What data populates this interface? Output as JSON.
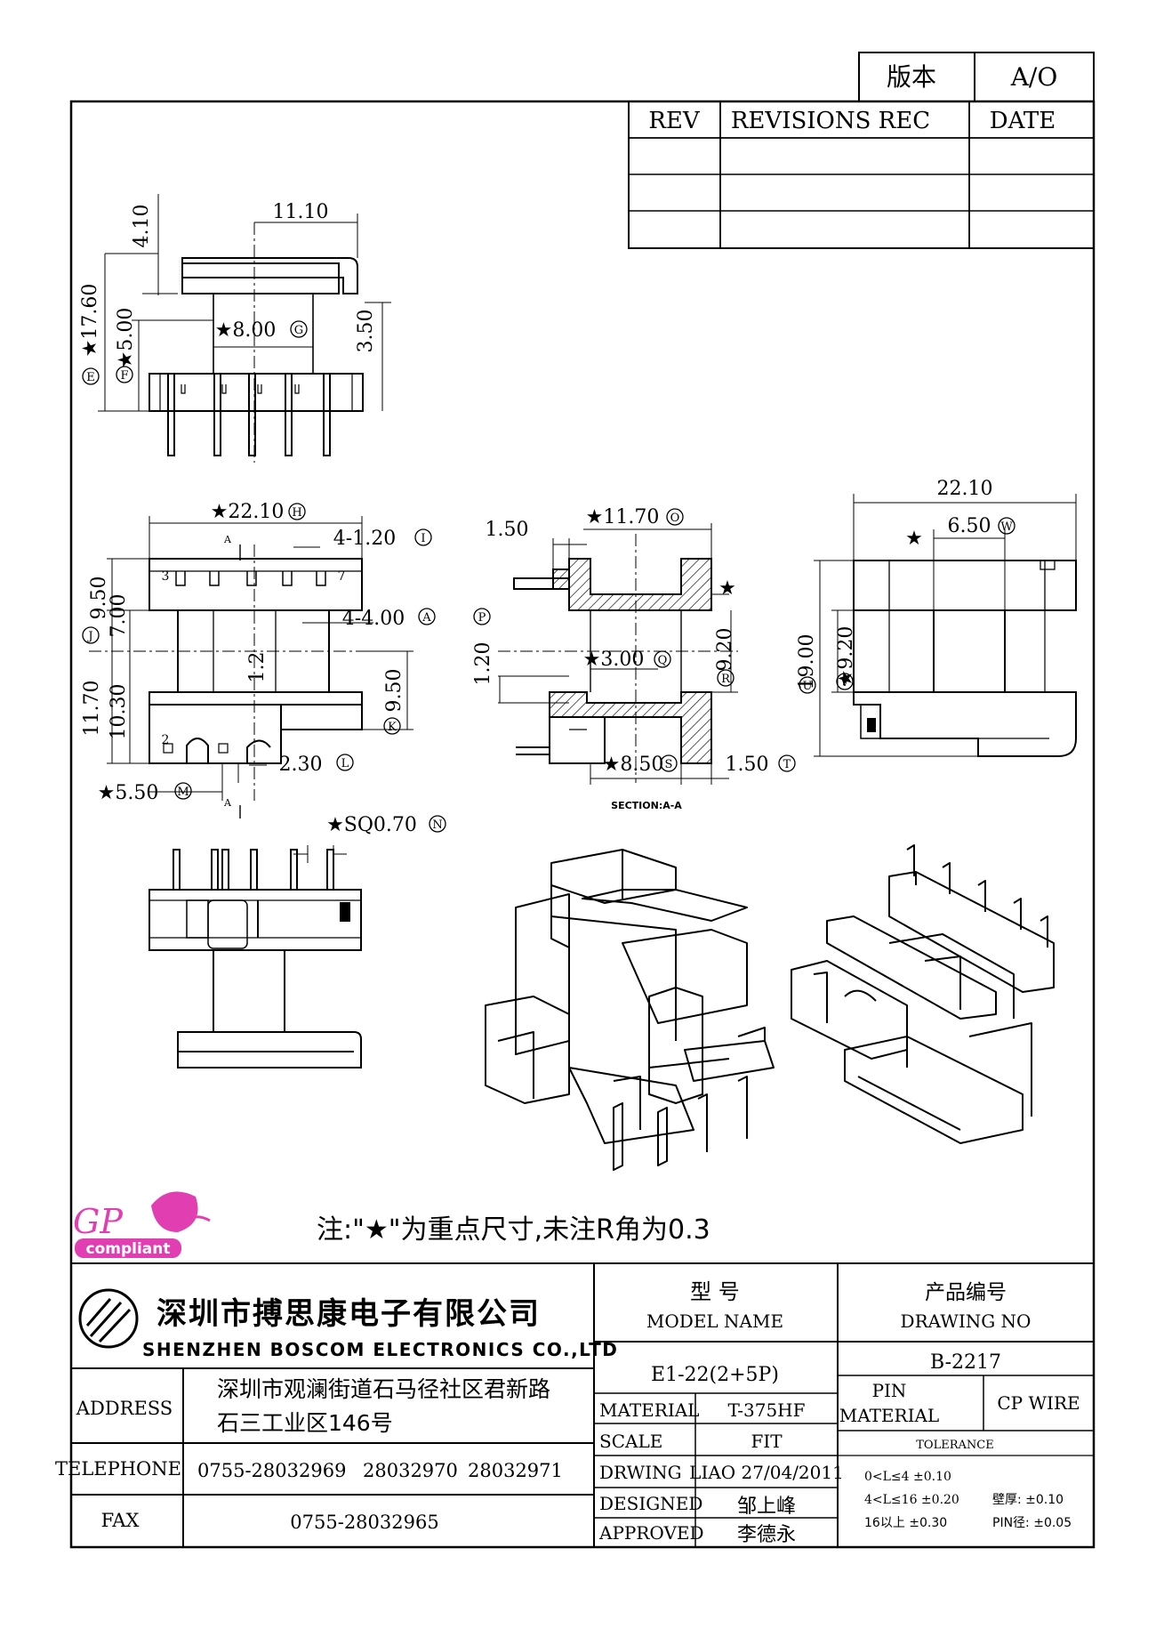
{
  "version_box": {
    "label": "版本",
    "value": "A/O"
  },
  "revisions": {
    "headers": [
      "REV",
      "REVISIONS REC",
      "DATE"
    ],
    "rows": [
      [
        "",
        "",
        ""
      ],
      [
        "",
        "",
        ""
      ],
      [
        "",
        "",
        ""
      ]
    ]
  },
  "dimensions": {
    "top_view": [
      "4.10",
      "11.10",
      "★8.00",
      "3.50",
      "★17.60",
      "★5.00"
    ],
    "front_view": [
      "★22.10",
      "4-1.20",
      "4-4.00",
      "9.50",
      "7.00",
      "1.2",
      "9.50",
      "11.70",
      "10.30",
      "2.30",
      "★5.50"
    ],
    "front_pins": [
      "3",
      "7",
      "2",
      "A",
      "A"
    ],
    "section_view": [
      "1.50",
      "★11.70",
      "★",
      "9.20",
      "1.20",
      "★3.00",
      "★8.50",
      "1.50"
    ],
    "side_view": [
      "22.10",
      "6.50",
      "★",
      "19.00",
      "★9.20"
    ],
    "bottom_view": [
      "★SQ0.70"
    ]
  },
  "circle_labels": {
    "top_view": [
      "G",
      "E",
      "F"
    ],
    "front_view": [
      "H",
      "I",
      "A",
      "J",
      "K",
      "L",
      "M"
    ],
    "section_view": [
      "O",
      "P",
      "Q",
      "R",
      "S",
      "T"
    ],
    "side_view": [
      "W",
      "U",
      "V"
    ],
    "bottom_view": [
      "N"
    ]
  },
  "section_caption": "SECTION:A-A",
  "note": "注:\"★\"为重点尺寸,未注R角为0.3",
  "gp_logo": {
    "text1": "GP",
    "text2": "compliant"
  },
  "company": {
    "name_cn": "深圳市搏思康电子有限公司",
    "name_en": "SHENZHEN BOSCOM ELECTRONICS CO.,LTD"
  },
  "address": {
    "label": "ADDRESS",
    "line1": "深圳市观澜街道石马径社区君新路",
    "line2": "石三工业区146号"
  },
  "telephone": {
    "label": "TELEPHONE",
    "v1": "0755-28032969",
    "v2": "28032970",
    "v3": "28032971"
  },
  "fax": {
    "label": "FAX",
    "value": "0755-28032965"
  },
  "model": {
    "label_cn": "型    号",
    "label_en": "MODEL NAME",
    "value": "E1-22(2+5P)"
  },
  "drawing_no": {
    "label_cn": "产品编号",
    "label_en": "DRAWING NO",
    "value": "B-2217"
  },
  "material": {
    "label": "MATERIAL",
    "value": "T-375HF"
  },
  "scale": {
    "label": "SCALE",
    "value": "FIT"
  },
  "drwing": {
    "label": "DRWING",
    "value": "LIAO 27/04/2011"
  },
  "designed": {
    "label": "DESIGNED",
    "value": "邹上峰"
  },
  "approved": {
    "label": "APPROVED",
    "value": "李德永"
  },
  "pin_material": {
    "label1": "PIN",
    "label2": "MATERIAL",
    "value": "CP WIRE"
  },
  "tolerance": {
    "label": "TOLERANCE",
    "r1": "0<L≤4  ±0.10",
    "r2": "4<L≤16  ±0.20",
    "r3": "16以上    ±0.30",
    "wall": "壁厚:  ±0.10",
    "pin": "PIN径: ±0.05"
  }
}
